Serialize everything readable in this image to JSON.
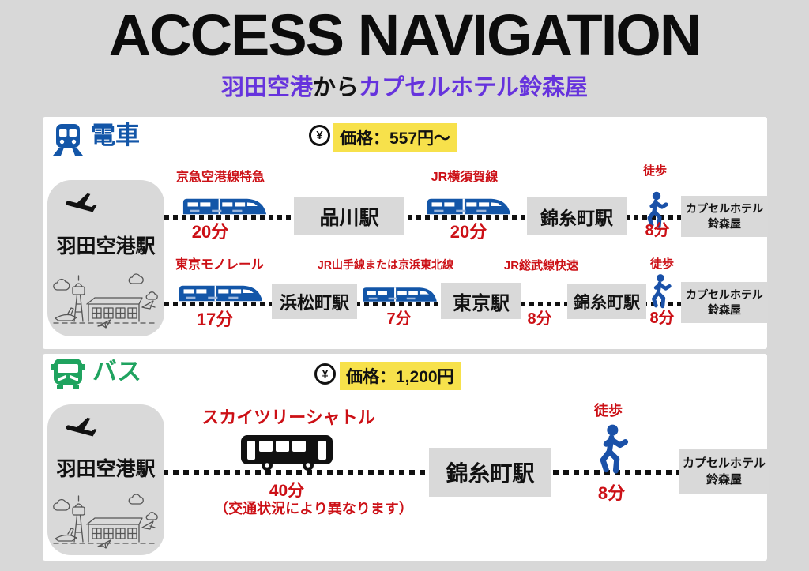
{
  "header": {
    "title": "ACCESS NAVIGATION",
    "subtitle_from": "羽田空港",
    "subtitle_mid": "から",
    "subtitle_to": "カプセルホテル鈴森屋"
  },
  "train": {
    "section_label": "電車",
    "yen_symbol": "¥",
    "price": "価格：557円〜",
    "origin": "羽田空港駅",
    "route1": {
      "leg1_line": "京急空港線特急",
      "leg1_time": "20分",
      "station1": "品川駅",
      "leg2_line": "JR横須賀線",
      "leg2_time": "20分",
      "station2": "錦糸町駅",
      "walk_label": "徒歩",
      "walk_time": "8分",
      "dest_line1": "カプセルホテル",
      "dest_line2": "鈴森屋"
    },
    "route2": {
      "leg1_line": "東京モノレール",
      "leg1_time": "17分",
      "station1": "浜松町駅",
      "leg2_line": "JR山手線または京浜東北線",
      "leg2_time": "7分",
      "station2": "東京駅",
      "leg3_line": "JR総武線快速",
      "leg3_time": "8分",
      "station3": "錦糸町駅",
      "walk_label": "徒歩",
      "walk_time": "8分",
      "dest_line1": "カプセルホテル",
      "dest_line2": "鈴森屋"
    }
  },
  "bus": {
    "section_label": "バス",
    "yen_symbol": "¥",
    "price": "価格：1,200円",
    "origin": "羽田空港駅",
    "route": {
      "leg1_line": "スカイツリーシャトル",
      "leg1_time": "40分",
      "leg1_note": "（交通状況により異なります）",
      "station1": "錦糸町駅",
      "walk_label": "徒歩",
      "walk_time": "8分",
      "dest_line1": "カプセルホテル",
      "dest_line2": "鈴森屋"
    }
  },
  "colors": {
    "train_blue": "#1356a8",
    "bus_green": "#1fa35f",
    "route_red": "#cc1016",
    "highlight_yellow": "#f7e14b",
    "subtitle_purple": "#6633dd",
    "station_gray": "#d9d9d9"
  }
}
